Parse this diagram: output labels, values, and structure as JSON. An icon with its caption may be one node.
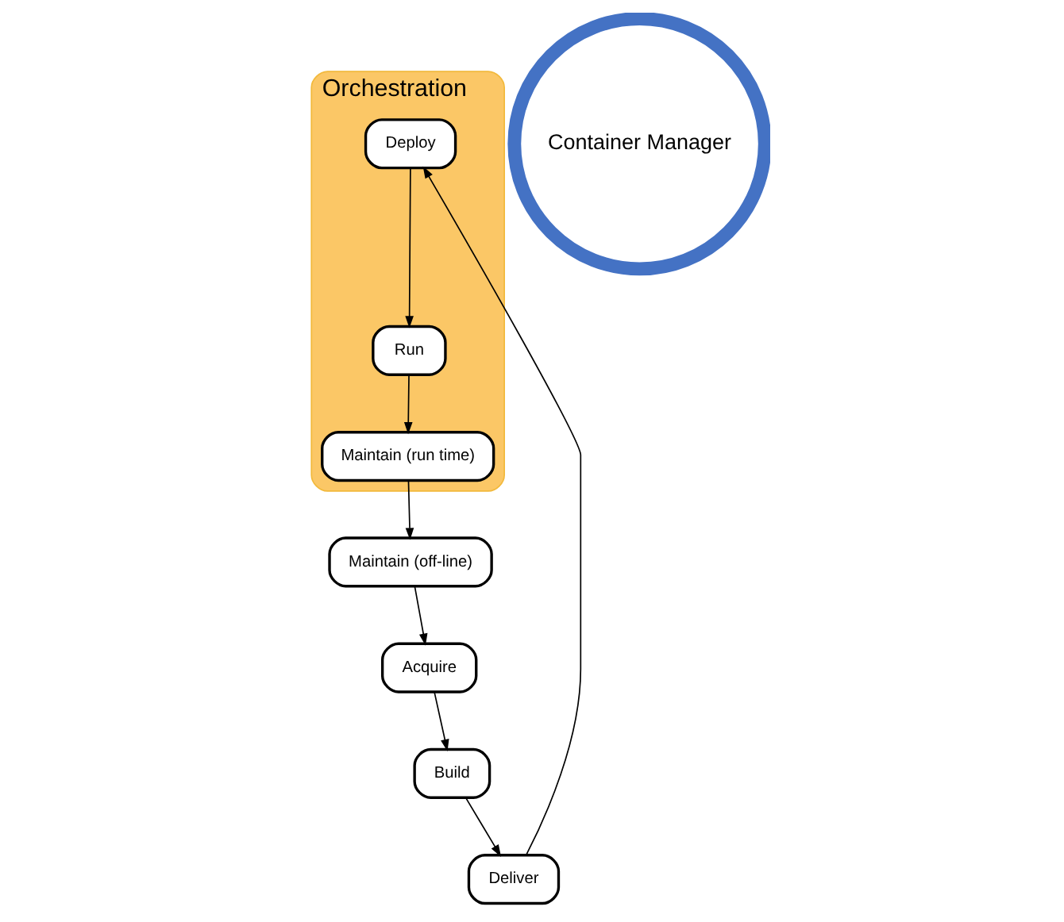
{
  "diagram": {
    "nodes": [
      {
        "text": [
          "Acquire"
        ]
      },
      {
        "text": [
          "Maintain (off-line)"
        ]
      },
      {
        "text": [
          "Build"
        ]
      },
      {
        "text": [
          "Container Manager"
        ]
      },
      {
        "text": [
          "Deliver"
        ]
      },
      {
        "text": [
          "Orchestration"
        ]
      },
      {
        "text": [
          "Maintain (run time)"
        ],
        "in": 5
      },
      {
        "text": [
          "Run"
        ],
        "in": 5
      },
      {
        "text": [
          "Deploy"
        ],
        "in": 5
      }
    ],
    "edges": [
      {
        "from": 1,
        "to": 0,
        "arrow": "to"
      },
      {
        "from": 0,
        "to": 2,
        "arrow": "to"
      },
      {
        "from": 2,
        "to": 4,
        "arrow": "to"
      },
      {
        "from": 4,
        "to": 8,
        "arrow": "to"
      },
      {
        "from": 8,
        "to": 7,
        "arrow": "to"
      },
      {
        "from": 7,
        "to": 6,
        "arrow": "to"
      },
      {
        "from": 6,
        "to": 1,
        "arrow": "to"
      }
    ]
  }
}
